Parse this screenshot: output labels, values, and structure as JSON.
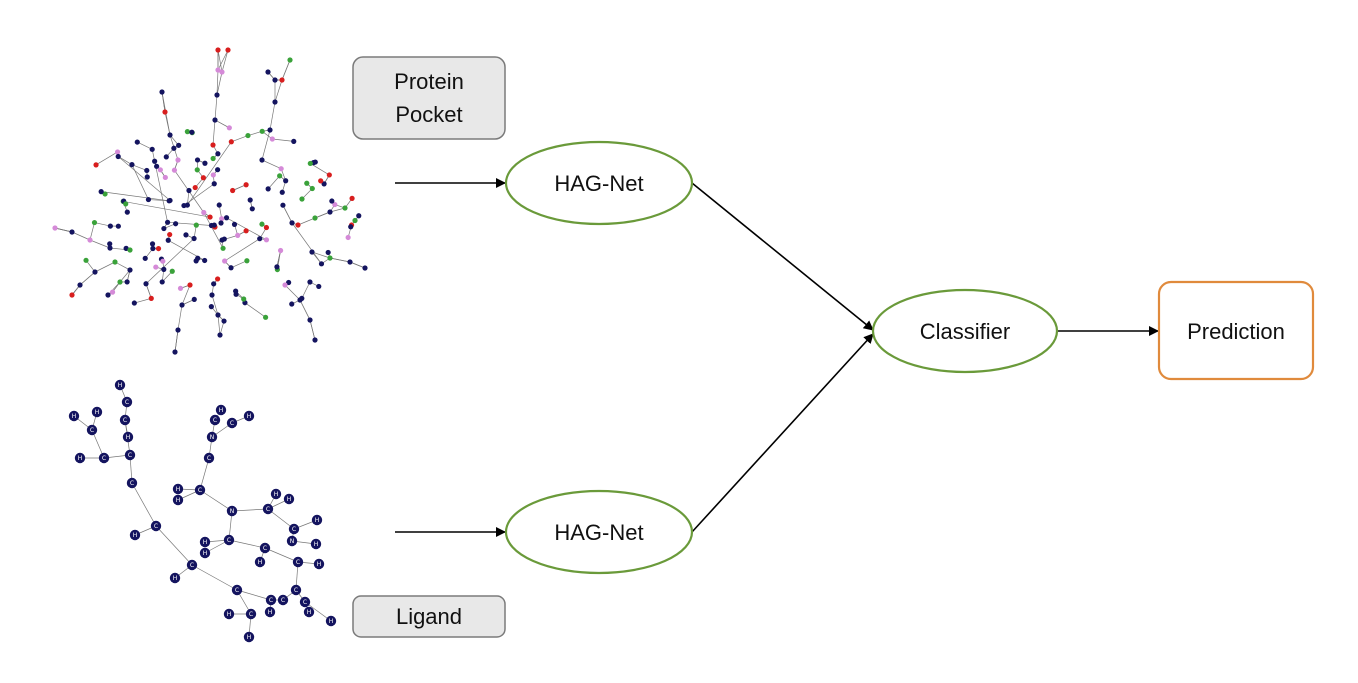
{
  "labels": {
    "protein_line1": "Protein",
    "protein_line2": "Pocket",
    "ligand": "Ligand"
  },
  "nodes": {
    "encoder_top": "HAG-Net",
    "encoder_bottom": "HAG-Net",
    "classifier": "Classifier",
    "prediction": "Prediction"
  },
  "colors": {
    "label_box_fill": "#e8e8e8",
    "encoder_border": "#6a9a3a",
    "prediction_border": "#e08a3c",
    "atom_dark": "#14145f",
    "atom_red": "#d81e1e",
    "atom_green": "#3aa23a",
    "atom_pink": "#d58ad8"
  },
  "ligand_atom_letters": [
    "H",
    "C",
    "N"
  ]
}
